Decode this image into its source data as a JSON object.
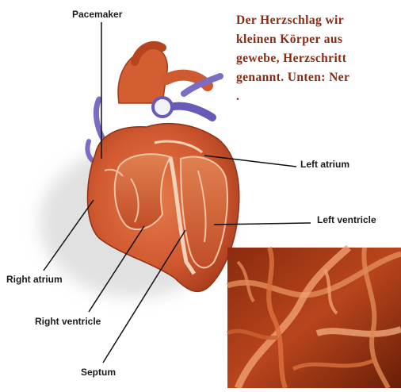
{
  "labels": {
    "pacemaker": "Pacemaker",
    "left_atrium": "Left atrium",
    "left_ventricle": "Left ventricle",
    "right_atrium": "Right atrium",
    "right_ventricle": "Right ventricle",
    "septum": "Septum"
  },
  "caption": {
    "lines": [
      "Der Herzschlag wir",
      "kleinen Körper aus",
      "gewebe, Herzschritt",
      "genannt. Unten: Ner",
      "."
    ]
  },
  "colors": {
    "caption_text": "#8b2a12",
    "muscle": "#d8643a",
    "muscle_dark": "#a8391c",
    "vessel_blue": "#6a5ab8",
    "label_text": "#1a1a1a"
  }
}
